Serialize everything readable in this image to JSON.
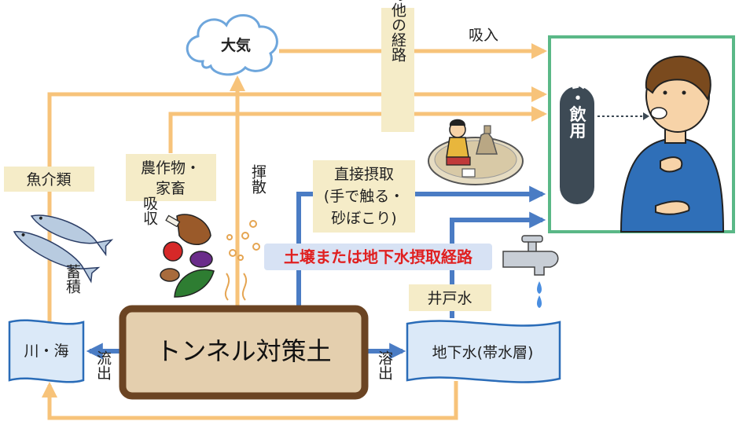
{
  "nodes": {
    "atmosphere": "大気",
    "tunnel_soil": "トンネル対策土",
    "river_sea": "川・海",
    "groundwater": "地下水(帯水層)",
    "intake": "摂食・飲用"
  },
  "labels": {
    "other_routes": "その他の経路",
    "inhalation": "吸入",
    "fish": "魚介類",
    "crops": [
      "農作物・",
      "家畜"
    ],
    "direct": [
      "直接摂取",
      "(手で触る・",
      "砂ぼこり)"
    ],
    "soil_route": "土壌または地下水摂取経路",
    "well": "井戸水",
    "scatter": "揮散",
    "absorb": "吸収",
    "accumulate": "蓄積",
    "outflow": "流出",
    "dissolve": "溶出"
  },
  "colors": {
    "orange_arrow": "#f7c37a",
    "blue_arrow": "#4a7cc4",
    "label_bg": "#f5ecc8",
    "soil_fill": "#e4cfae",
    "soil_border": "#6b4423",
    "intake_border": "#5ab887",
    "intake_badge": "#3d4a55",
    "soil_route_text": "#e02020",
    "soil_route_bg": "#d7e2f4",
    "water_fill": "#dbe9f8",
    "water_border": "#2a6cb8"
  },
  "icons": [
    "cloud-icon",
    "fish-icon",
    "food-icon",
    "child-sandbox-icon",
    "faucet-icon",
    "person-icon"
  ]
}
